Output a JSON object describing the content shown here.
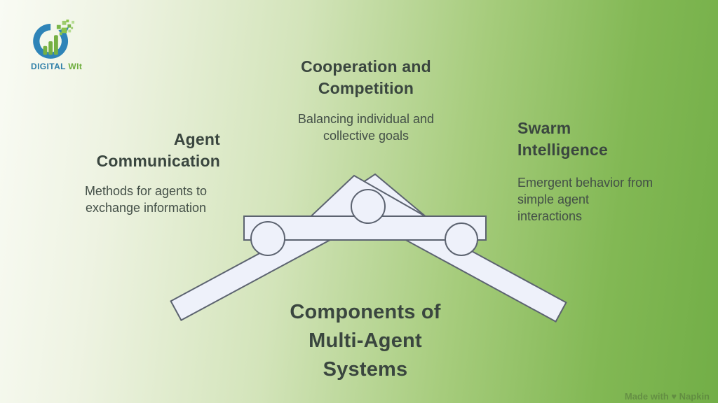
{
  "logo": {
    "name_primary": "DIGITAL",
    "name_secondary": " WIt",
    "icon": "growth-chart-arrow-icon"
  },
  "sections": {
    "cooperation": {
      "title": "Cooperation and\nCompetition",
      "description": "Balancing individual and\ncollective goals"
    },
    "agent": {
      "title": "Agent\nCommunication",
      "description": "Methods for agents to\nexchange information"
    },
    "swarm": {
      "title": "Swarm\nIntelligence",
      "description": "Emergent behavior from\nsimple agent\ninteractions"
    }
  },
  "main_title": "Components of\nMulti-Agent\nSystems",
  "watermark": "Made with ♥ Napkin",
  "illustration": {
    "name": "balance-trestle",
    "fill": "#eef1fa",
    "stroke": "#5c6370"
  },
  "colors": {
    "heading": "#3a463f",
    "body": "#434f47",
    "gradient_left": "#f9fbf4",
    "gradient_right": "#72ae47",
    "logo_blue": "#2e7fa8",
    "logo_green": "#6fae3e"
  }
}
